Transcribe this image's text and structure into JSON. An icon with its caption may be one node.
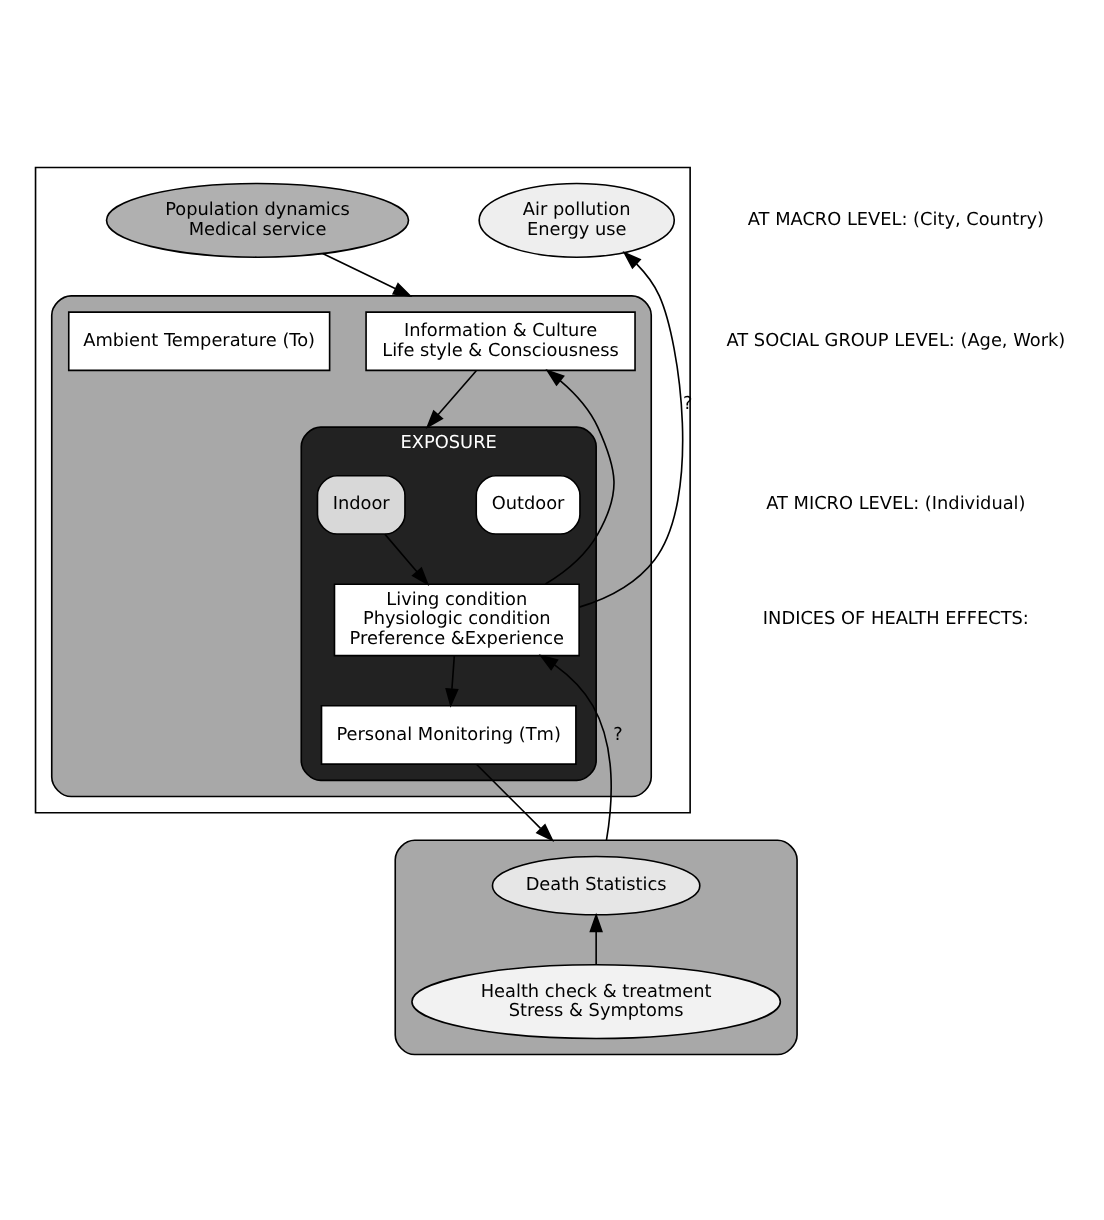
{
  "diagram": {
    "nodes": [
      {
        "text": [],
        "shape": "box"
      },
      {
        "text": [
          "Population dynamics",
          "Medical service"
        ],
        "in": 0
      },
      {
        "text": [
          "Air pollution",
          "Energy use"
        ],
        "in": 0
      },
      {
        "text": [],
        "shape": "box",
        "in": 0
      },
      {
        "text": [
          "Information & Culture",
          "Life style & Consciousness"
        ],
        "in": 3
      },
      {
        "text": [
          "Ambient Temperature (To)"
        ],
        "in": 3
      },
      {
        "text": [
          "EXPOSURE"
        ],
        "in": 3
      },
      {
        "text": [
          "Indoor"
        ],
        "in": 6
      },
      {
        "text": [
          "Outdoor"
        ],
        "in": 6
      },
      {
        "text": [
          "Living condition",
          "Physiologic condition",
          "Preference &Experience"
        ],
        "in": 6
      },
      {
        "text": [
          "Personal Monitoring (Tm)"
        ],
        "in": 6
      },
      {
        "text": [],
        "shape": "box"
      },
      {
        "text": [
          "Death Statistics"
        ],
        "in": 11
      },
      {
        "text": [
          "Health check & treatment",
          "Stress & Symptoms"
        ],
        "in": 11
      }
    ],
    "edges": [
      {
        "from": 1,
        "to": 3,
        "arrow": "to"
      },
      {
        "from": 4,
        "to": 6,
        "arrow": "to"
      },
      {
        "from": 7,
        "to": 9,
        "arrow": "to"
      },
      {
        "from": 9,
        "to": 10,
        "arrow": "to"
      },
      {
        "from": 10,
        "to": 11,
        "arrow": "to"
      },
      {
        "from": 13,
        "to": 12,
        "arrow": "to"
      },
      {
        "from": 9,
        "to": 4,
        "arrow": "to"
      },
      {
        "from": 9,
        "to": 2,
        "arrow": "to",
        "label": "?"
      },
      {
        "from": 11,
        "to": 9,
        "arrow": "to",
        "label": "?"
      }
    ],
    "labels": [
      "AT MACRO LEVEL: (City, Country)",
      "AT SOCIAL GROUP LEVEL: (Age, Work)",
      "AT MICRO LEVEL: (Individual)",
      "INDICES OF HEALTH EFFECTS:"
    ]
  }
}
